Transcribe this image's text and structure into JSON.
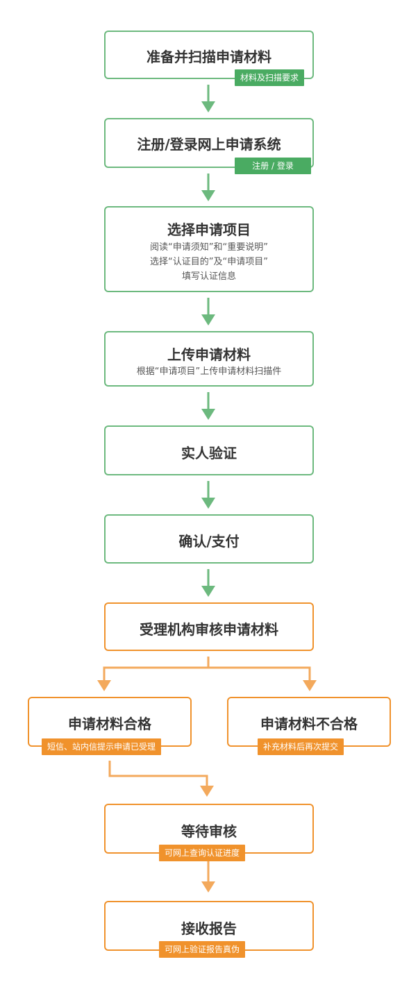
{
  "colors": {
    "green": "#6cb97e",
    "green_tag": "#4aab62",
    "orange": "#f0922c",
    "orange_arrow": "#f3a95c"
  },
  "steps": {
    "prepare": {
      "title": "准备并扫描申请材料",
      "tag": "材料及扫描要求"
    },
    "register": {
      "title": "注册/登录网上申请系统",
      "tag": "注册 / 登录"
    },
    "select": {
      "title": "选择申请项目",
      "desc1": "阅读“申请须知”和“重要说明”",
      "desc2": "选择“认证目的”及“申请项目”",
      "desc3": "填写认证信息"
    },
    "upload": {
      "title": "上传申请材料",
      "desc1": "根据“申请项目”上传申请材料扫描件"
    },
    "verify": {
      "title": "实人验证"
    },
    "pay": {
      "title": "确认/支付"
    },
    "review": {
      "title": "受理机构审核申请材料"
    },
    "pass": {
      "title": "申请材料合格",
      "tag": "短信、站内信提示申请已受理"
    },
    "fail": {
      "title": "申请材料不合格",
      "tag": "补充材料后再次提交"
    },
    "wait": {
      "title": "等待审核",
      "tag": "可网上查询认证进度"
    },
    "report": {
      "title": "接收报告",
      "tag": "可网上验证报告真伪"
    }
  }
}
